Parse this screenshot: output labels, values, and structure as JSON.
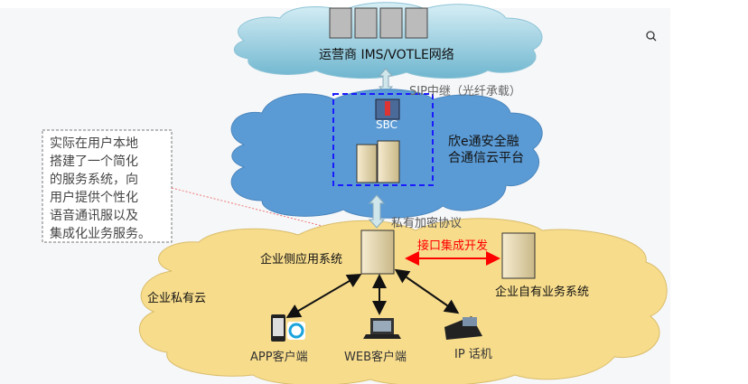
{
  "carrier_cloud": {
    "label": "运营商 IMS/VOTLE网络"
  },
  "sip_link": {
    "label": "SIP中继（光纤承载）"
  },
  "platform_cloud": {
    "sbc_label": "SBC",
    "label_line1": "欣e通安全融",
    "label_line2": "合通信云平台"
  },
  "note": {
    "lines": [
      "实际在用户本地",
      "搭建了一个简化",
      "的服务系统，向",
      "用户提供个性化",
      "语音通讯服以及",
      "集成化业务服务。"
    ]
  },
  "private_link": {
    "label": "私有加密协议"
  },
  "enterprise_cloud": {
    "label": "企业私有云",
    "app_system": "企业侧应用系统",
    "integration": "接口集成开发",
    "own_system": "企业自有业务系统",
    "clients": {
      "app": "APP客户端",
      "web": "WEB客户端",
      "ip_phone": "IP 话机"
    }
  },
  "colors": {
    "carrier": "#a9d8e8",
    "platform": "#5b9bd5",
    "enterprise": "#f7dc8c",
    "integration": "#ff0000",
    "dashed_box": "#1a1aff"
  },
  "icons": {
    "search": "search-icon"
  }
}
